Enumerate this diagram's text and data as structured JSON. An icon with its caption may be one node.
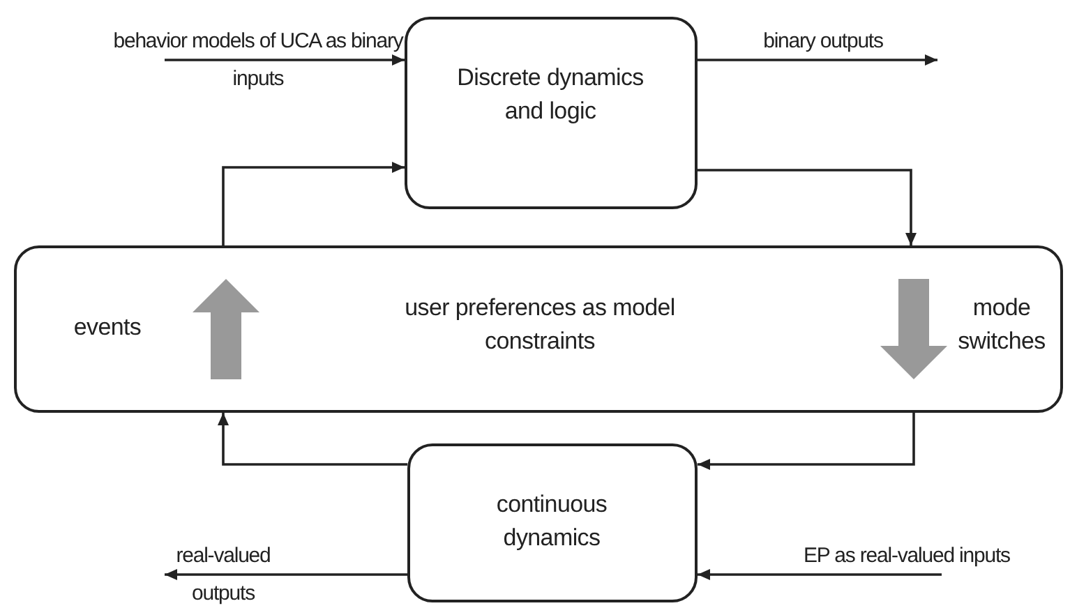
{
  "diagram": {
    "nodes": [
      {
        "text": [
          "Discrete dynamics and logic"
        ]
      },
      {
        "text": [
          "events",
          "user preferences as model constraints",
          "mode switches"
        ]
      },
      {
        "text": [
          "continuous dynamics"
        ]
      }
    ],
    "edges": [
      {
        "from": null,
        "to": 0,
        "arrow": "to",
        "label": "behavior models of UCA as binary inputs"
      },
      {
        "from": 0,
        "to": null,
        "arrow": "to",
        "label": "binary outputs"
      },
      {
        "from": 1,
        "to": 0,
        "arrow": "to"
      },
      {
        "from": 0,
        "to": 1,
        "arrow": "to"
      },
      {
        "from": 1,
        "to": 2,
        "arrow": "to"
      },
      {
        "from": 2,
        "to": 1,
        "arrow": "to"
      },
      {
        "from": 2,
        "to": null,
        "arrow": "to",
        "label": "real-valued outputs"
      },
      {
        "from": null,
        "to": 2,
        "arrow": "to",
        "label": "EP as real-valued inputs"
      }
    ]
  }
}
